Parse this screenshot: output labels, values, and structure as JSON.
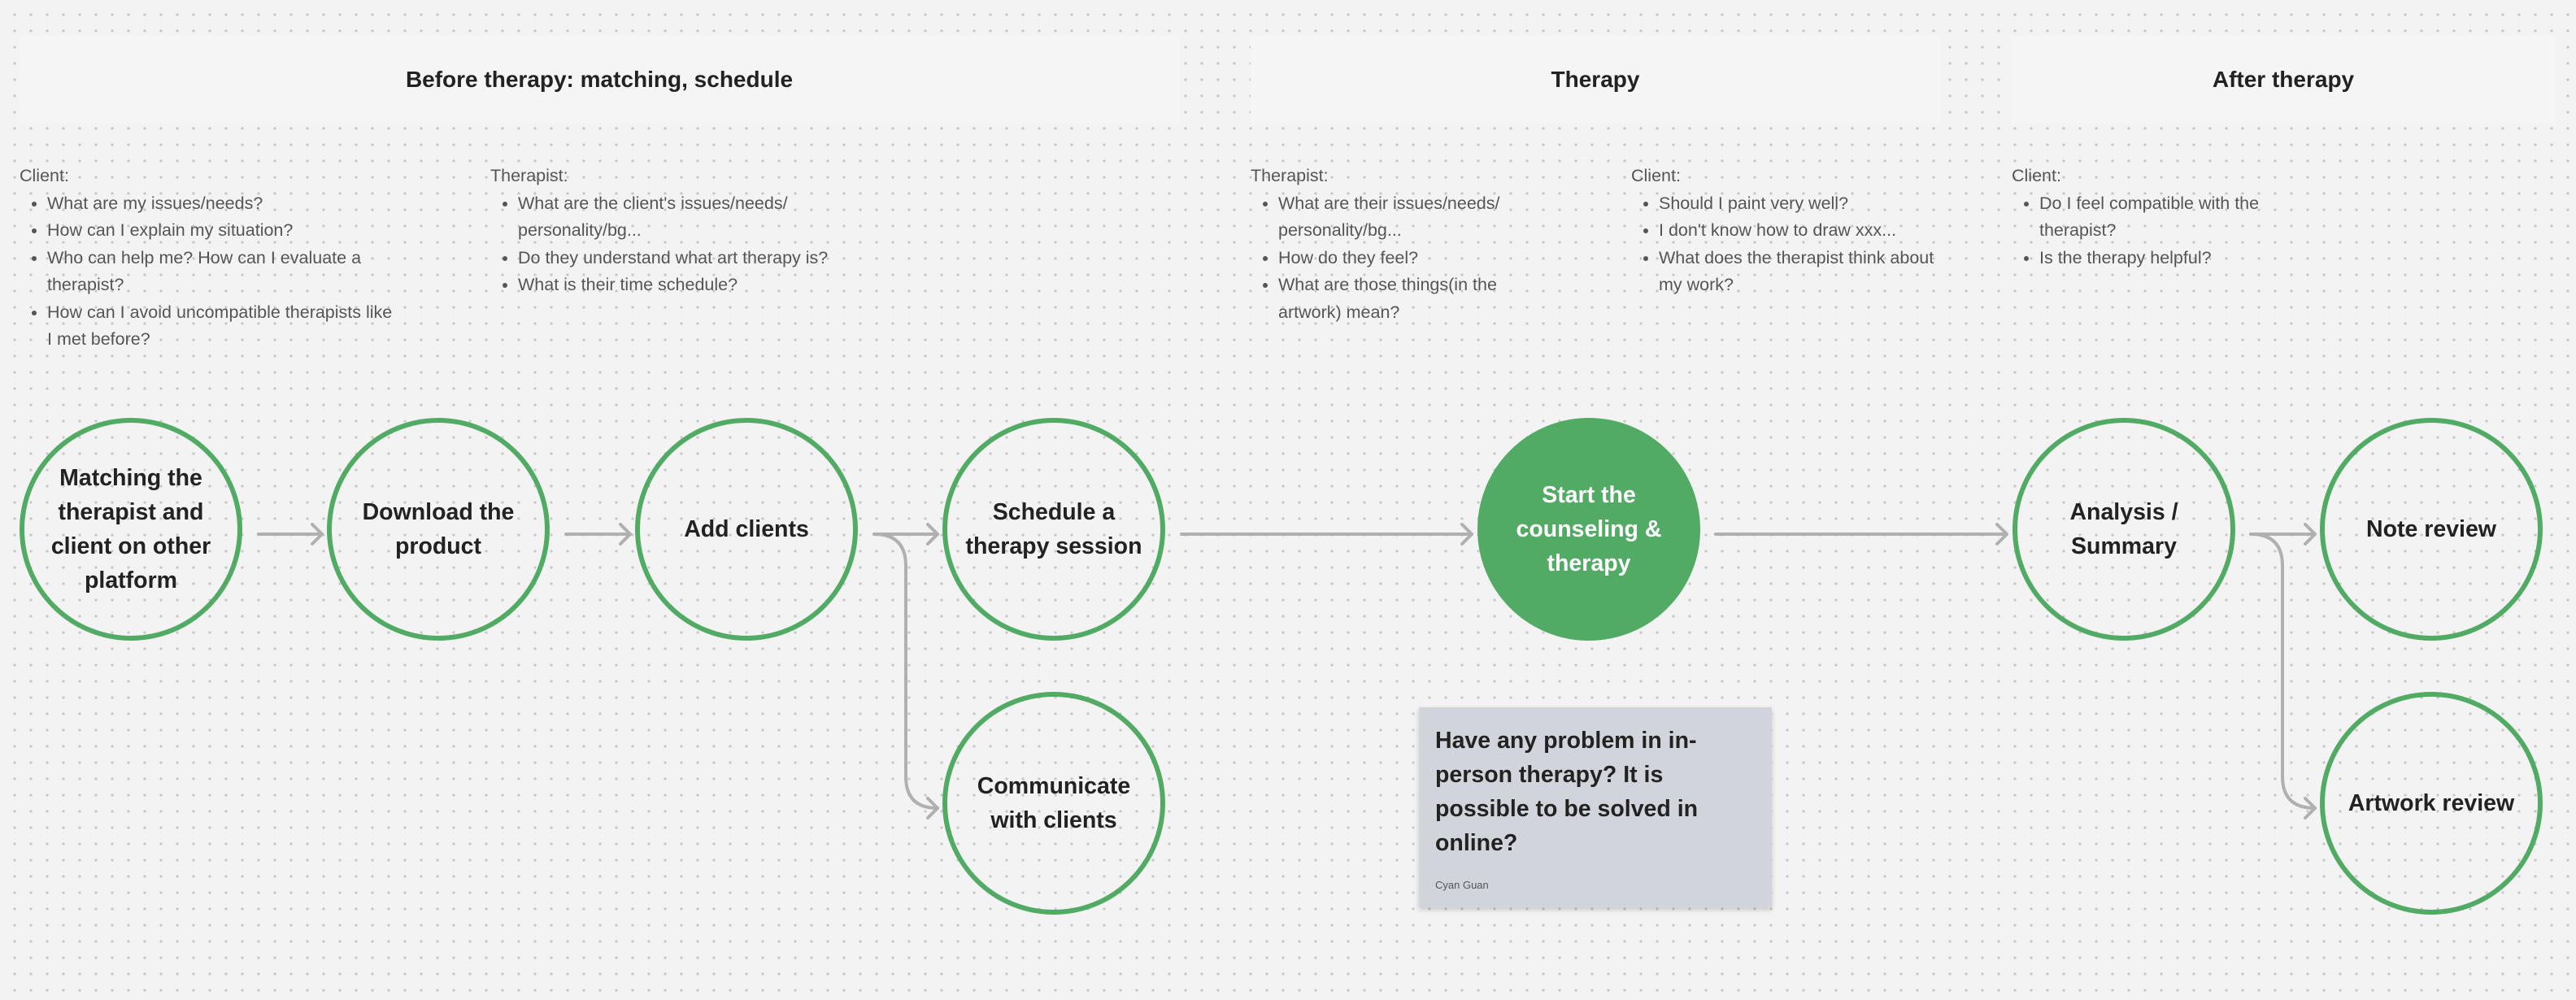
{
  "phases": {
    "before": "Before therapy: matching, schedule",
    "during": "Therapy",
    "after": "After therapy"
  },
  "notes": {
    "before_client": {
      "title": "Client:",
      "items": [
        "What are my issues/needs?",
        "How can I explain my situation?",
        "Who can help me? How can I evaluate a therapist?",
        "How can I avoid uncompatible therapists like I met before?"
      ]
    },
    "before_therapist": {
      "title": "Therapist:",
      "items": [
        "What are the client's issues/needs/ personality/bg...",
        "Do they understand what art therapy is?",
        "What is their time schedule?"
      ]
    },
    "therapy_therapist": {
      "title": "Therapist:",
      "items": [
        "What are their issues/needs/ personality/bg...",
        "How do they feel?",
        "What are those things(in the artwork) mean?"
      ]
    },
    "therapy_client": {
      "title": "Client:",
      "items": [
        "Should I paint very well?",
        "I don't know how to draw xxx...",
        "What does the therapist think about my work?"
      ]
    },
    "after_client": {
      "title": "Client:",
      "items": [
        "Do I feel compatible with the therapist?",
        "Is the therapy helpful?"
      ]
    }
  },
  "nodes": {
    "matching": "Matching the therapist and client on other platform",
    "download": "Download the product",
    "add_clients": "Add clients",
    "schedule": "Schedule a therapy session",
    "communicate": "Communicate with clients",
    "start_therapy": "Start the counseling & therapy",
    "analysis": "Analysis / Summary",
    "note_review": "Note review",
    "artwork_review": "Artwork review"
  },
  "sticky": {
    "question": "Have any problem in in-person therapy? It is possible to be solved in online?",
    "author": "Cyan Guan"
  },
  "colors": {
    "node_border": "#52ab64",
    "node_fill": "#52ab64",
    "arrow": "#b0b0b0",
    "sticky": "#d1d5db"
  }
}
